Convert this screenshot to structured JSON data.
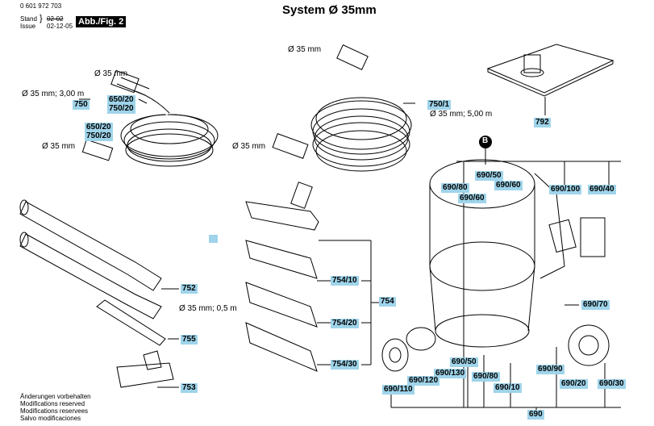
{
  "header": {
    "doc_number": "0 601 972 703",
    "stand_label": "Stand",
    "issue_label": "Issue",
    "stand_value": "02-02",
    "issue_value": "02-12-05",
    "fig_label": "Abb./Fig. 2",
    "title": "System Ø 35mm"
  },
  "footer": {
    "lines": [
      "Änderungen vorbehalten",
      "Modifications reserved",
      "Modifications reservees",
      "Salvo modificaciones"
    ]
  },
  "dims": {
    "d35": "Ø 35 mm",
    "hose1_spec": "Ø 35 mm; 3,00 m",
    "hose2_spec": "Ø 35 mm; 5,00 m",
    "tube_spec": "Ø 35 mm; 0,5 m"
  },
  "parts": {
    "p750": "750",
    "p650_20a": "650/20",
    "p750_20a": "750/20",
    "p650_20b": "650/20",
    "p750_20b": "750/20",
    "p750_1": "750/1",
    "p792": "792",
    "p752": "752",
    "p755": "755",
    "p753": "753",
    "p754": "754",
    "p754_10": "754/10",
    "p754_20": "754/20",
    "p754_30": "754/30",
    "pB": "B",
    "p690_50a": "690/50",
    "p690_80a": "690/80",
    "p690_60a": "690/60",
    "p690_60b": "690/60",
    "p690_100": "690/100",
    "p690_40": "690/40",
    "p690_70": "690/70",
    "p690_90": "690/90",
    "p690_20": "690/20",
    "p690_30": "690/30",
    "p690_50b": "690/50",
    "p690_130": "690/130",
    "p690_80b": "690/80",
    "p690_120": "690/120",
    "p690_110": "690/110",
    "p690_10": "690/10",
    "p690": "690"
  },
  "colors": {
    "label_bg": "#9fd4ea",
    "fig_bg": "#000000"
  }
}
